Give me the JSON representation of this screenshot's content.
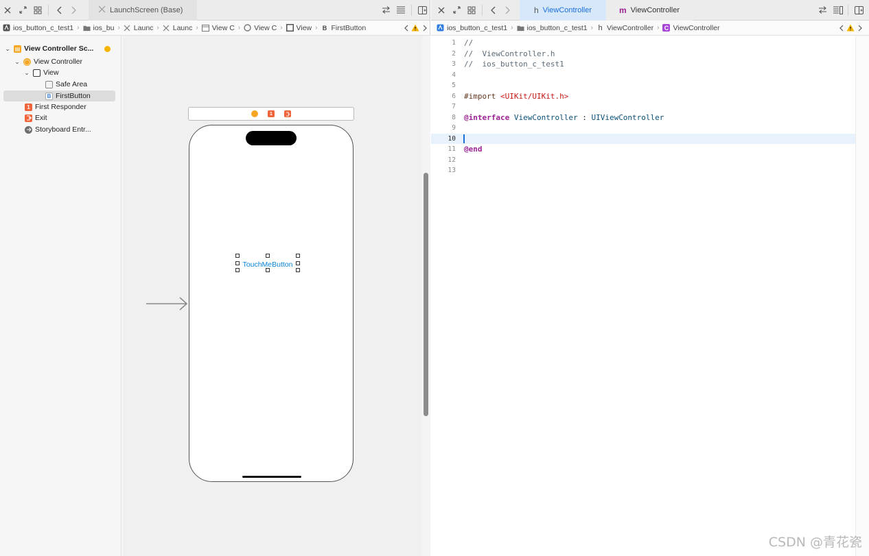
{
  "left_pane": {
    "tab": {
      "label": "LaunchScreen (Base)"
    },
    "jumpbar": {
      "crumbs": [
        "ios_button_c_test1",
        "ios_bu",
        "Launc",
        "Launc",
        "View C",
        "View C",
        "View",
        "FirstButton"
      ]
    },
    "outline": {
      "items": [
        {
          "label": "View Controller Sc..."
        },
        {
          "label": "View Controller"
        },
        {
          "label": "View"
        },
        {
          "label": "Safe Area"
        },
        {
          "label": "FirstButton",
          "glyph": "B"
        },
        {
          "label": "First Responder",
          "glyph": "1"
        },
        {
          "label": "Exit"
        },
        {
          "label": "Storyboard Entr..."
        }
      ]
    },
    "canvas": {
      "button_title": "TouchMeButton",
      "dock_glyphs": [
        "1"
      ]
    }
  },
  "right_pane": {
    "tabs": [
      {
        "glyph": "h",
        "label": "ViewController"
      },
      {
        "glyph": "m",
        "label": "ViewController"
      }
    ],
    "jumpbar": {
      "crumbs": [
        "ios_button_c_test1",
        "ios_button_c_test1",
        "ViewController",
        "ViewController"
      ],
      "crumb_glyphs": [
        "h",
        "C"
      ]
    },
    "code": {
      "current_line": "10",
      "lines": [
        {
          "n": "1",
          "comment": "//"
        },
        {
          "n": "2",
          "comment": "//  ViewController.h"
        },
        {
          "n": "3",
          "comment": "//  ios_button_c_test1"
        },
        {
          "n": "4"
        },
        {
          "n": "5"
        },
        {
          "n": "6",
          "pre": "#import ",
          "str": "<UIKit/UIKit.h>"
        },
        {
          "n": "7"
        },
        {
          "n": "8",
          "kw": "@interface",
          "name": " ViewController ",
          "colon": ": ",
          "type": "UIViewController"
        },
        {
          "n": "9"
        },
        {
          "n": "10"
        },
        {
          "n": "11",
          "kw": "@end"
        },
        {
          "n": "12"
        },
        {
          "n": "13"
        }
      ]
    }
  },
  "watermark": "CSDN @青花瓷",
  "colors": {
    "accent": "#1a6fd8",
    "active_tab_bg": "#d7e8fb",
    "button_text": "#0a84d6",
    "warning": "#f5b400",
    "keyword": "#9b2393",
    "string": "#c41a16",
    "comment": "#5d6c79",
    "type": "#0b4f79"
  }
}
